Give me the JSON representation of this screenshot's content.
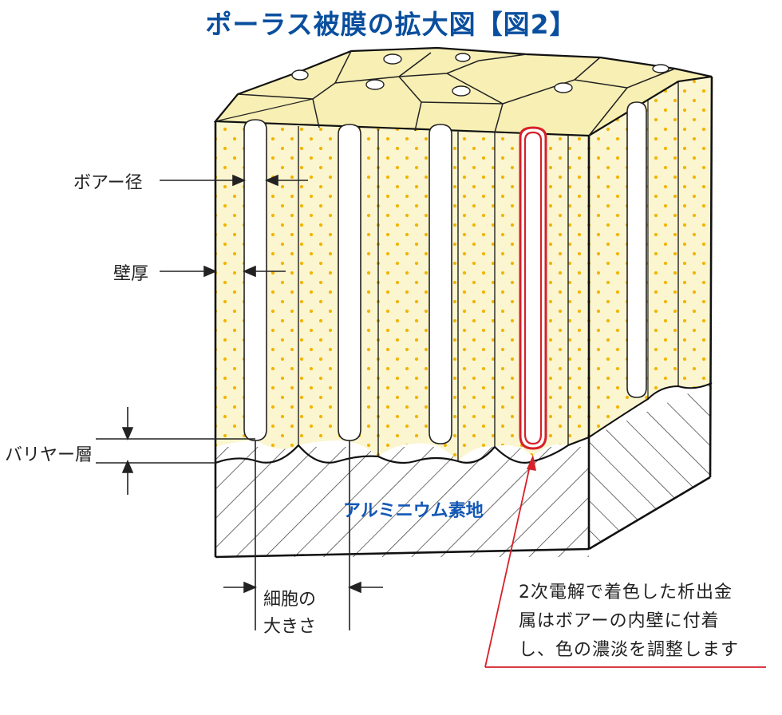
{
  "title": "ポーラス被膜の拡大図【図2】",
  "labels": {
    "pore_diameter": "ボアー径",
    "wall_thickness": "壁厚",
    "barrier_layer": "バリヤー層",
    "aluminum_base": "アルミニウム素地",
    "cell_size_line1": "細胞の",
    "cell_size_line2": "大きさ"
  },
  "note": {
    "line1": "2次電解で着色した析出金",
    "line2": "属はボアーの内壁に付着",
    "line3": "し、色の濃淡を調整します"
  },
  "colors": {
    "title": "#0a4f9e",
    "film": "#fbf6cf",
    "top_face": "#f7efb4",
    "dots": "#f2b400",
    "deposit": "#d6202a",
    "base_label": "#1358b5"
  }
}
